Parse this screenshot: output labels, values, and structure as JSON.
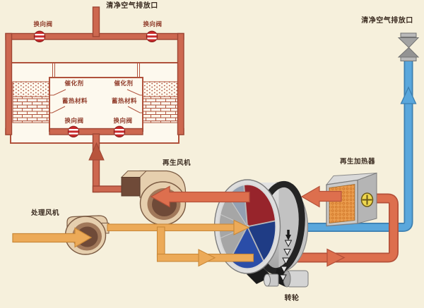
{
  "diagram": {
    "labels": {
      "clean_air_outlet": "清净空气排放口",
      "reversing_valve": "换向阀",
      "catalyst": "催化剂",
      "heat_storage_material": "蓄热材料",
      "regeneration_fan": "再生风机",
      "process_fan": "处理风机",
      "regeneration_heater": "再生加热器",
      "rotary_wheel": "转轮"
    },
    "colors": {
      "background": "#f6f0dc",
      "pipe_terracotta": "#cd6850",
      "hot_air_red": "#dd6f4e",
      "process_air_orange": "#ecaa58",
      "clean_air_blue": "#5aa7dc",
      "valve_red": "#c9292b",
      "rotor_sector_red": "#97242b",
      "rotor_sector_blue": "#2a4da8",
      "heater_core_orange": "#eb9d4e"
    },
    "icons": [
      "reversing-valve-icon",
      "stack-valve-icon",
      "fan-icon",
      "heater-icon",
      "rotor-wheel-icon"
    ]
  }
}
